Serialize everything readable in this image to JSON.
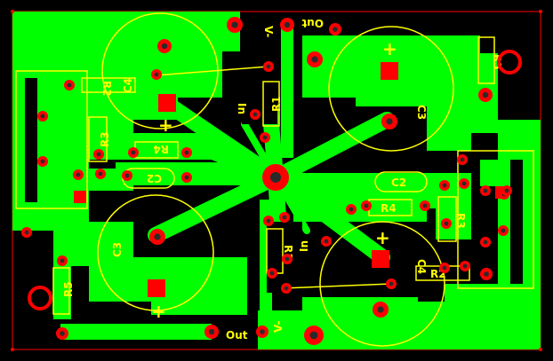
{
  "colors": {
    "background": "#000000",
    "copper": "#00ff00",
    "silkscreen": "#ffff00",
    "pad": "#ff0000",
    "outline": "#ff0000",
    "hole": "#2a2a2a"
  },
  "components": {
    "capacitors": [
      "C4",
      "C3",
      "C2",
      "C3",
      "C4",
      "C2"
    ],
    "resistors": [
      "R2",
      "R3",
      "R4",
      "R1",
      "R5",
      "R5",
      "R1",
      "R4",
      "R3",
      "R2"
    ],
    "polarity_plus": "+"
  },
  "connectors": {
    "out": "Out",
    "vminus": "V-",
    "input": "In"
  }
}
